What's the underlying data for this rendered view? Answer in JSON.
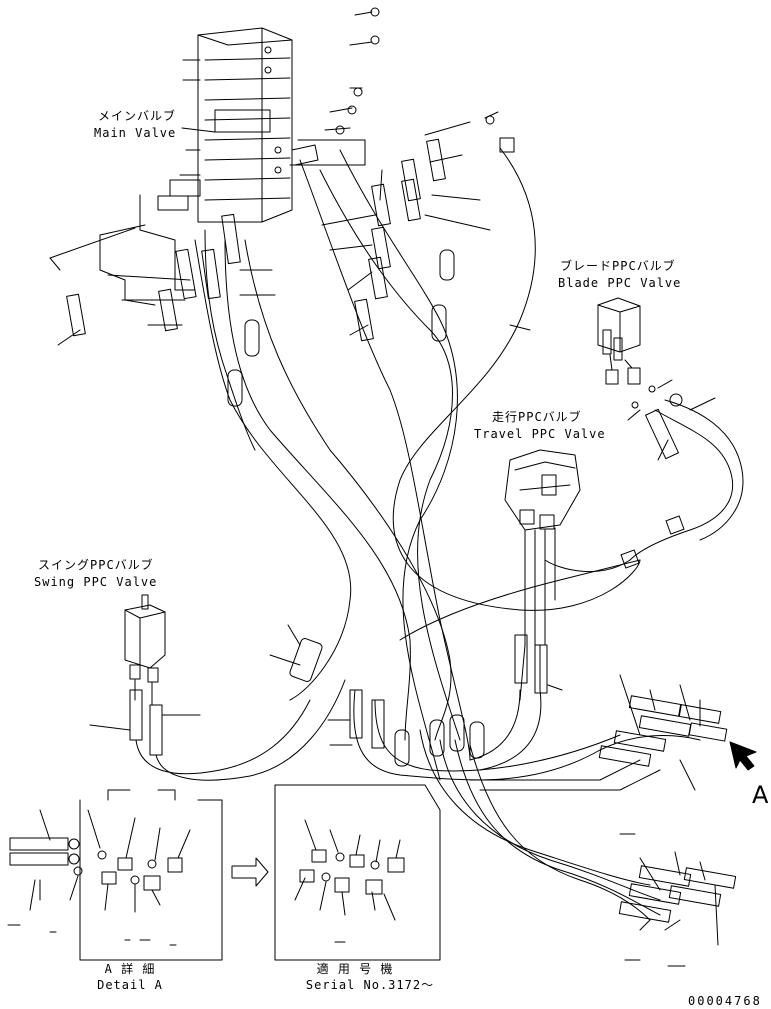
{
  "labels": {
    "main_valve_jp": "メインバルブ",
    "main_valve_en": "Main Valve",
    "blade_ppc_jp": "ブレードPPCバルブ",
    "blade_ppc_en": "Blade PPC Valve",
    "travel_ppc_jp": "走行PPCバルブ",
    "travel_ppc_en": "Travel PPC Valve",
    "swing_ppc_jp": "スイングPPCバルブ",
    "swing_ppc_en": "Swing PPC Valve",
    "detail_jp": "A 詳 細",
    "detail_en": "Detail A",
    "serial_jp": "適 用 号 機",
    "serial_en": "Serial No.3172～",
    "view_letter": "A",
    "drawing_code": "00004768"
  }
}
